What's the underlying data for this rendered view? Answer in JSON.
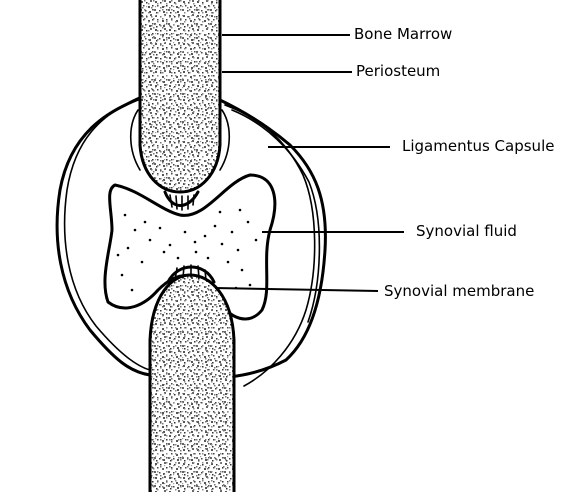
{
  "diagram": {
    "labels": {
      "bone_marrow": "Bone Marrow",
      "periosteum": "Periosteum",
      "ligamentus_capsule": "Ligamentus Capsule",
      "synovial_fluid": "Synovial fluid",
      "synovial_membrane": "Synovial membrane"
    }
  }
}
